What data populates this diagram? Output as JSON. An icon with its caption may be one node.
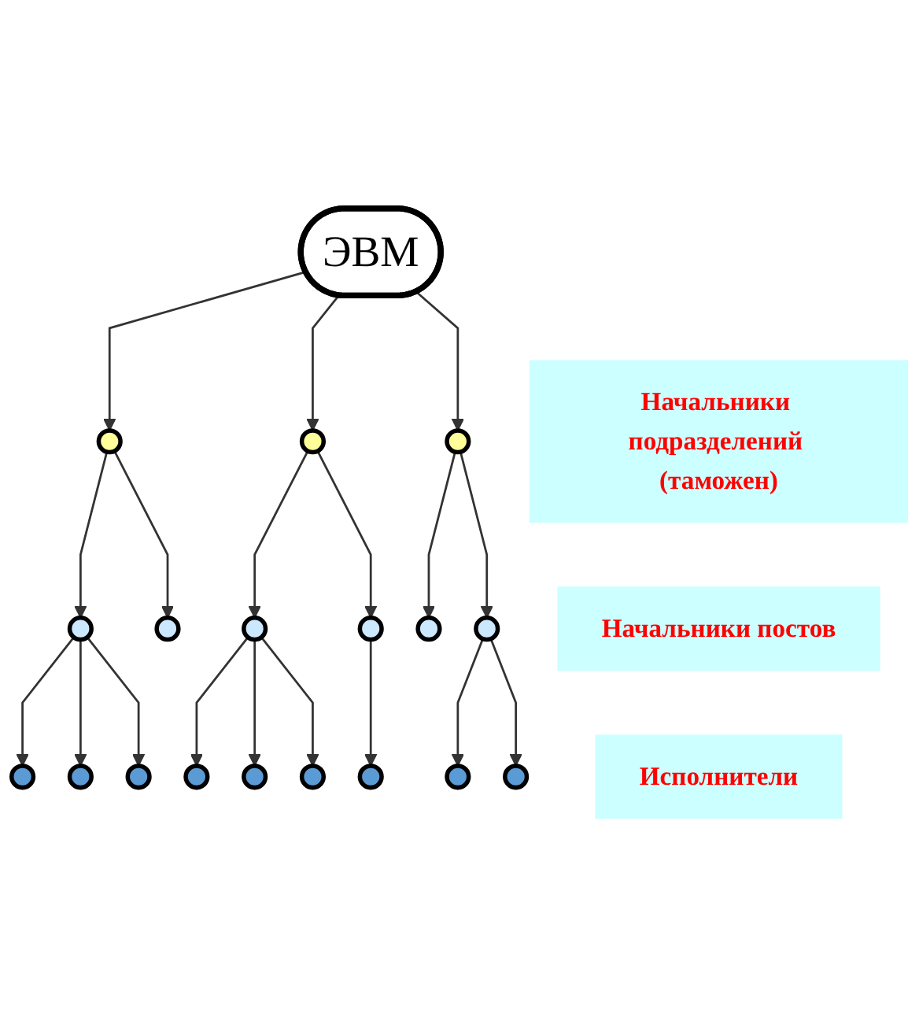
{
  "diagram": {
    "nodes": [
      {
        "text": [
          "ЭВМ"
        ]
      },
      {
        "text": [
          "Начальники подразделений (таможен)"
        ]
      },
      {
        "text": [],
        "shape": "circle"
      },
      {
        "text": [],
        "shape": "circle"
      },
      {
        "text": [],
        "shape": "circle"
      },
      {
        "text": [],
        "shape": "circle"
      },
      {
        "text": [],
        "shape": "circle"
      },
      {
        "text": [],
        "shape": "circle"
      },
      {
        "text": [],
        "shape": "circle"
      },
      {
        "text": [],
        "shape": "circle"
      },
      {
        "text": [],
        "shape": "circle"
      },
      {
        "text": [
          "Начальники постов"
        ]
      },
      {
        "text": [],
        "shape": "circle"
      },
      {
        "text": [],
        "shape": "circle"
      },
      {
        "text": [],
        "shape": "circle"
      },
      {
        "text": [],
        "shape": "circle"
      },
      {
        "text": [],
        "shape": "circle"
      },
      {
        "text": [],
        "shape": "circle"
      },
      {
        "text": [],
        "shape": "circle"
      },
      {
        "text": [],
        "shape": "circle"
      },
      {
        "text": [],
        "shape": "circle"
      },
      {
        "text": [
          "Исполнители"
        ]
      }
    ],
    "edges": [
      {
        "from": 0,
        "to": 2,
        "arrow": "to"
      },
      {
        "from": 0,
        "to": 3,
        "arrow": "to"
      },
      {
        "from": 0,
        "to": 4,
        "arrow": "to"
      },
      {
        "from": 2,
        "to": 5,
        "arrow": "to"
      },
      {
        "from": 2,
        "to": 6,
        "arrow": "to"
      },
      {
        "from": 3,
        "to": 7,
        "arrow": "to"
      },
      {
        "from": 3,
        "to": 8,
        "arrow": "to"
      },
      {
        "from": 4,
        "to": 9,
        "arrow": "to"
      },
      {
        "from": 4,
        "to": 10,
        "arrow": "to"
      },
      {
        "from": 5,
        "to": 12,
        "arrow": "to"
      },
      {
        "from": 5,
        "to": 13,
        "arrow": "to"
      },
      {
        "from": 5,
        "to": 14,
        "arrow": "to"
      },
      {
        "from": 7,
        "to": 15,
        "arrow": "to"
      },
      {
        "from": 7,
        "to": 16,
        "arrow": "to"
      },
      {
        "from": 7,
        "to": 17,
        "arrow": "to"
      },
      {
        "from": 8,
        "to": 18,
        "arrow": "to"
      },
      {
        "from": 10,
        "to": 19,
        "arrow": "to"
      },
      {
        "from": 10,
        "to": 20,
        "arrow": "to"
      }
    ]
  }
}
